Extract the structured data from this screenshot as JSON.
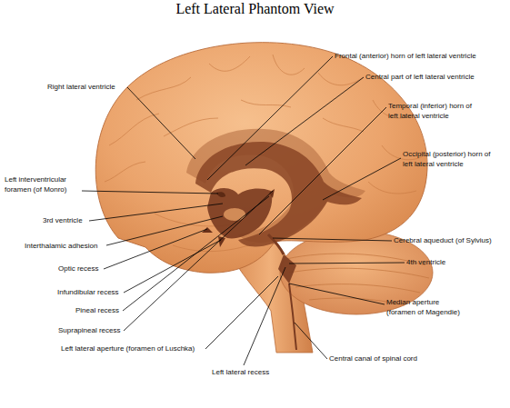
{
  "diagram": {
    "title": "Left Lateral Phantom View",
    "labels": [
      "Frontal (anterior) horn of left lateral ventricle",
      "Central part of left lateral ventricle",
      "Right lateral ventricle",
      "Temporal (inferior) horn of left lateral ventricle",
      "Occipital (posterior) horn of left lateral ventricle",
      "Left interventricular foramen (of Monro)",
      "3rd ventricle",
      "Interthalamic adhesion",
      "Optic recess",
      "Cerebral aqueduct (of Sylvius)",
      "4th ventricle",
      "Infundibular recess",
      "Pineal recess",
      "Median aperture (foramen of Magendie)",
      "Suprapineal recess",
      "Left lateral aperture (foramen of Luschka)",
      "Central canal of spinal cord",
      "Left lateral recess"
    ]
  }
}
